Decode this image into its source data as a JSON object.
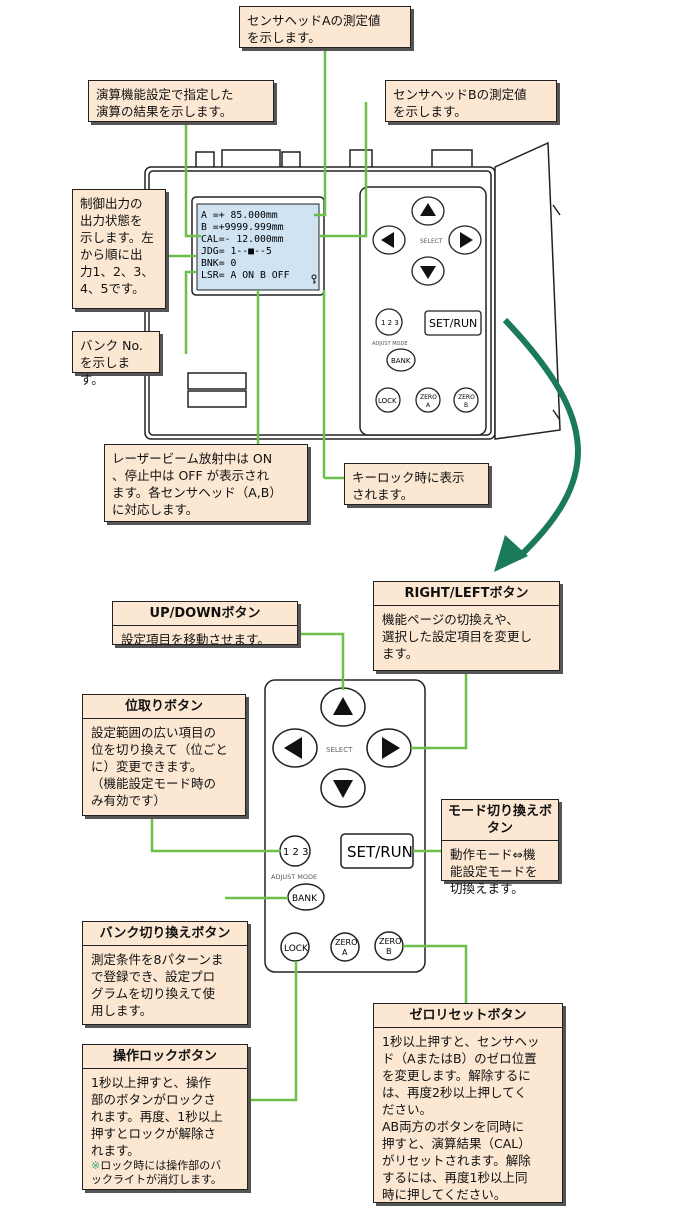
{
  "top": {
    "callout_sensor_a": [
      "センサヘッドAの測定値",
      "を示します。"
    ],
    "callout_calc": [
      "演算機能設定で指定した",
      "演算の結果を示します。"
    ],
    "callout_sensor_b": [
      "センサヘッドBの測定値",
      "を示します。"
    ],
    "callout_output": [
      "制御出力の",
      "出力状態を",
      "示します。左",
      "から順に出",
      "力1、2、3、",
      "4、5です。"
    ],
    "callout_bank": [
      "バンク No.",
      "を示します。"
    ],
    "callout_laser": [
      "レーザービーム放射中は ON",
      "、停止中は OFF が表示され",
      "ます。各センサヘッド（A,B）",
      "に対応します。"
    ],
    "callout_keylock": [
      "キーロック時に表示",
      "されます。"
    ],
    "lcd": {
      "line_a": "A  =+  85.000mm",
      "line_b": "B  =+9999.999mm",
      "line_cal": "CAL=-  12.000mm",
      "line_jdg": "JDG=  1--■--5",
      "line_bnk": "BNK=      0",
      "line_lsr": "LSR= A ON B OFF"
    }
  },
  "panel": {
    "select_label": "SELECT",
    "adjust_digits": "1 2 3",
    "adjust_mode_label": "ADJUST MODE",
    "set_run_label": "SET/RUN",
    "bank_label": "BANK",
    "lock_label": "LOCK",
    "zero_label": "ZERO",
    "zero_a": "A",
    "zero_b": "B"
  },
  "bottom": {
    "updown": {
      "title": "UP/DOWNボタン",
      "body": [
        "設定項目を移動させます。"
      ]
    },
    "rightleft": {
      "title": "RIGHT/LEFTボタン",
      "body": [
        "機能ページの切換えや、",
        "選択した設定項目を変更し",
        "ます。"
      ]
    },
    "place": {
      "title": "位取りボタン",
      "body": [
        "設定範囲の広い項目の",
        "位を切り換えて（位ごと",
        "に）変更できます。",
        "（機能設定モード時の",
        "み有効です）"
      ]
    },
    "mode": {
      "title": "モード切り換えボタン",
      "body": [
        "動作モード⇔機",
        "能設定モードを",
        "切換えます。"
      ]
    },
    "bank": {
      "title": "バンク切り換えボタン",
      "body": [
        "測定条件を8パターンま",
        "で登録でき、設定プロ",
        "グラムを切り換えて使",
        "用します。"
      ]
    },
    "zero": {
      "title": "ゼロリセットボタン",
      "body": [
        "1秒以上押すと、センサヘッ",
        "ド（AまたはB）のゼロ位置",
        "を変更します。解除するに",
        "は、再度2秒以上押してく",
        "ださい。",
        "AB両方のボタンを同時に",
        "押すと、演算結果（CAL）",
        "がリセットされます。解除",
        "するには、再度1秒以上同",
        "時に押してください。"
      ]
    },
    "lock": {
      "title": "操作ロックボタン",
      "body": [
        "1秒以上押すと、操作",
        "部のボタンがロックさ",
        "れます。再度、1秒以上",
        "押すとロックが解除さ",
        "れます。"
      ],
      "note_mark": "※",
      "note": [
        "ロック時には操作部のバ",
        "ックライトが消灯します。"
      ]
    }
  },
  "colors": {
    "box_fill": "#fbe7d2",
    "leader": "#6dbf4b",
    "arrow": "#1a7a5a",
    "lcd": "#cfe3f3"
  }
}
